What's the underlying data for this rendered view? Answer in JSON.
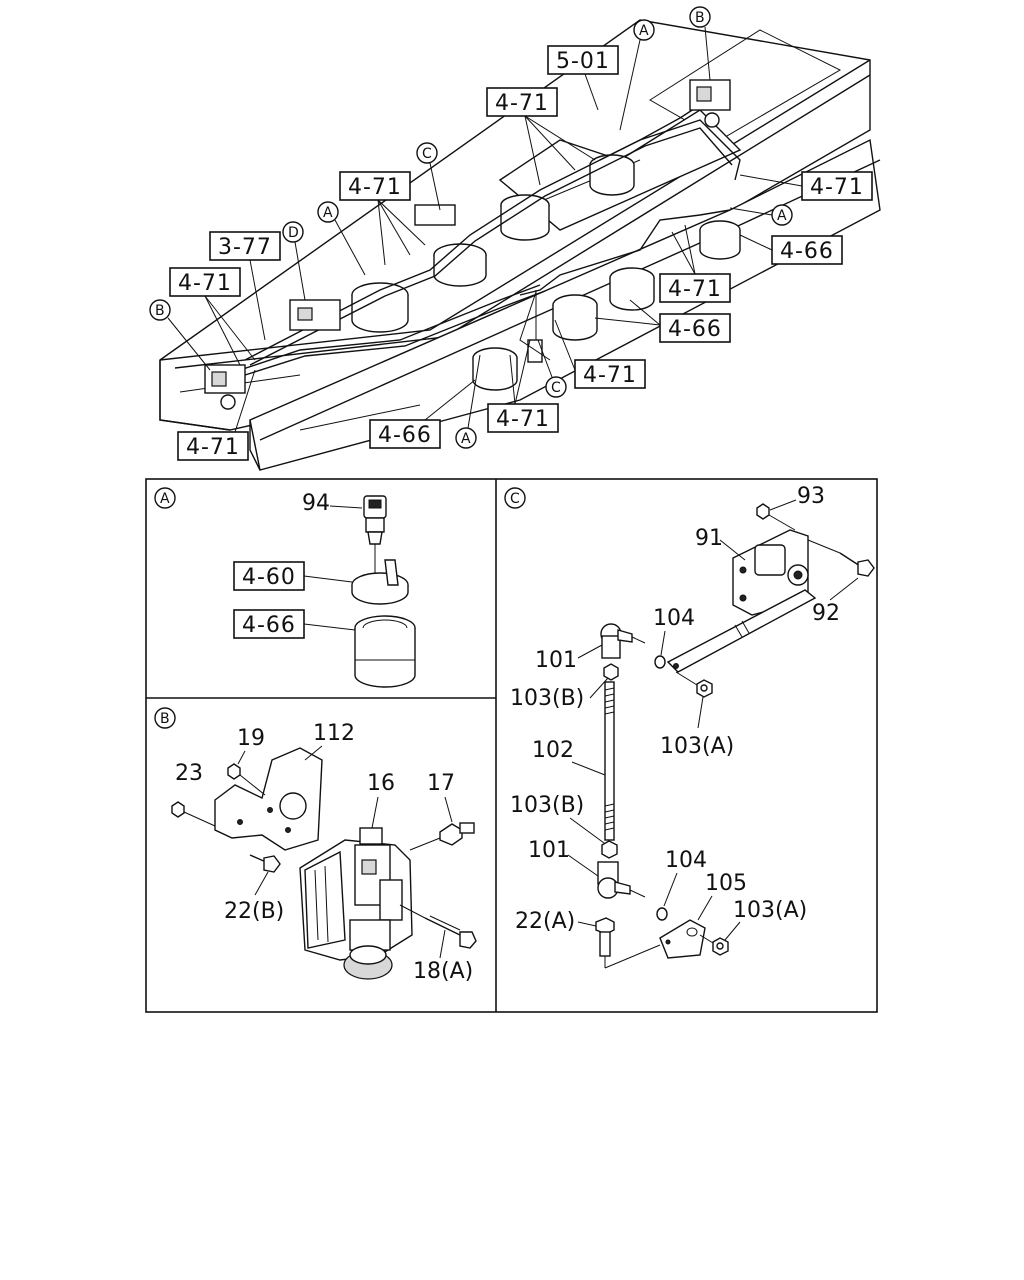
{
  "overview": {
    "callouts": {
      "c501": "5-01",
      "c471_top": "4-71",
      "c471_right": "4-71",
      "c471_mid": "4-71",
      "c377": "3-77",
      "c471_left": "4-71",
      "c466_right": "4-66",
      "c471_r2": "4-71",
      "c466_r2": "4-66",
      "c471_r3": "4-71",
      "c471_bot": "4-71",
      "c466_bot": "4-66",
      "c471_botleft": "4-71"
    },
    "markers": {
      "A": "A",
      "B": "B",
      "C": "C",
      "D": "D"
    }
  },
  "panel_a": {
    "marker": "A",
    "parts": {
      "p94": "94",
      "p460": "4-60",
      "p466": "4-66"
    }
  },
  "panel_b": {
    "marker": "B",
    "parts": {
      "p19": "19",
      "p112": "112",
      "p23": "23",
      "p16": "16",
      "p17": "17",
      "p22b": "22(B)",
      "p18a": "18(A)"
    }
  },
  "panel_c": {
    "marker": "C",
    "parts": {
      "p93": "93",
      "p91": "91",
      "p92": "92",
      "p104a": "104",
      "p101a": "101",
      "p103b_a": "103(B)",
      "p103a_a": "103(A)",
      "p102": "102",
      "p103b_b": "103(B)",
      "p101b": "101",
      "p104b": "104",
      "p105": "105",
      "p22a": "22(A)",
      "p103a_b": "103(A)"
    }
  }
}
